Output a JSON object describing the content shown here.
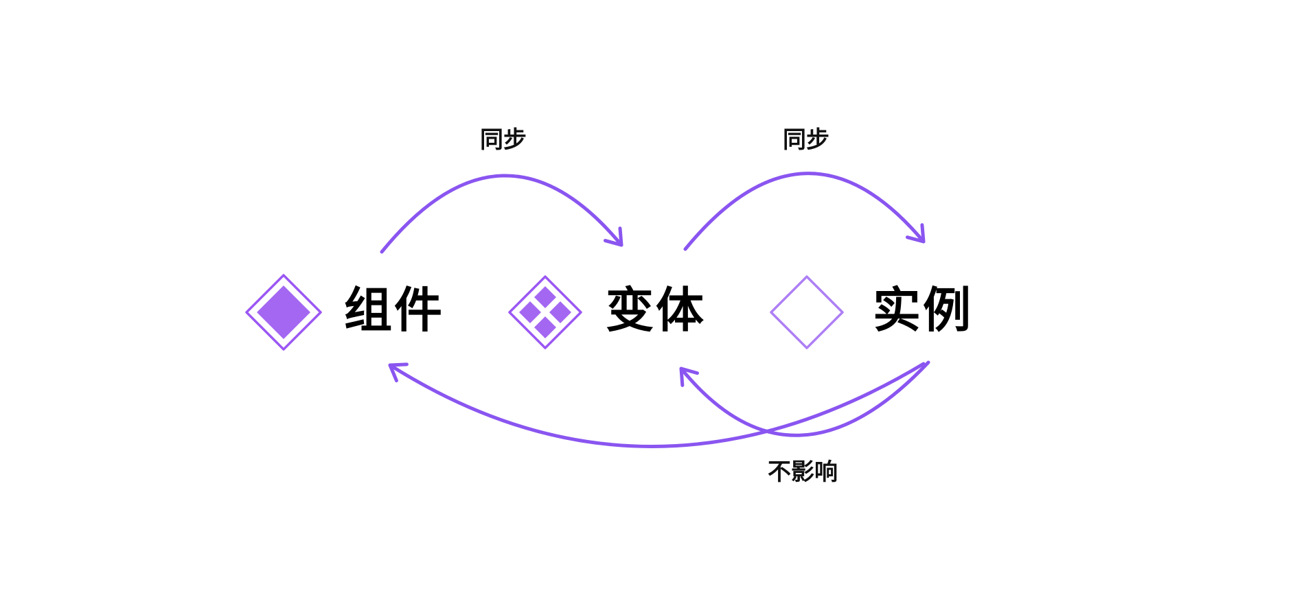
{
  "diagram": {
    "title": "",
    "nodes": [
      {
        "id": "component",
        "label": "组件",
        "icon": "component-diamond-filled"
      },
      {
        "id": "variant",
        "label": "变体",
        "icon": "variant-diamond-grid"
      },
      {
        "id": "instance",
        "label": "实例",
        "icon": "instance-diamond-outline"
      }
    ],
    "edges": [
      {
        "from": "component",
        "to": "variant",
        "label": "同步",
        "direction": "forward"
      },
      {
        "from": "variant",
        "to": "instance",
        "label": "同步",
        "direction": "forward"
      },
      {
        "from": "instance",
        "to": "component",
        "label": "不影响",
        "direction": "backward"
      },
      {
        "from": "instance",
        "to": "variant",
        "label": "不影响",
        "direction": "backward"
      }
    ],
    "colors": {
      "arrow": "#8a55f0",
      "icon_stroke": "#9b57f3",
      "icon_fill": "#a467f2",
      "instance_stroke": "#ad7ff5",
      "text": "#000000"
    }
  }
}
